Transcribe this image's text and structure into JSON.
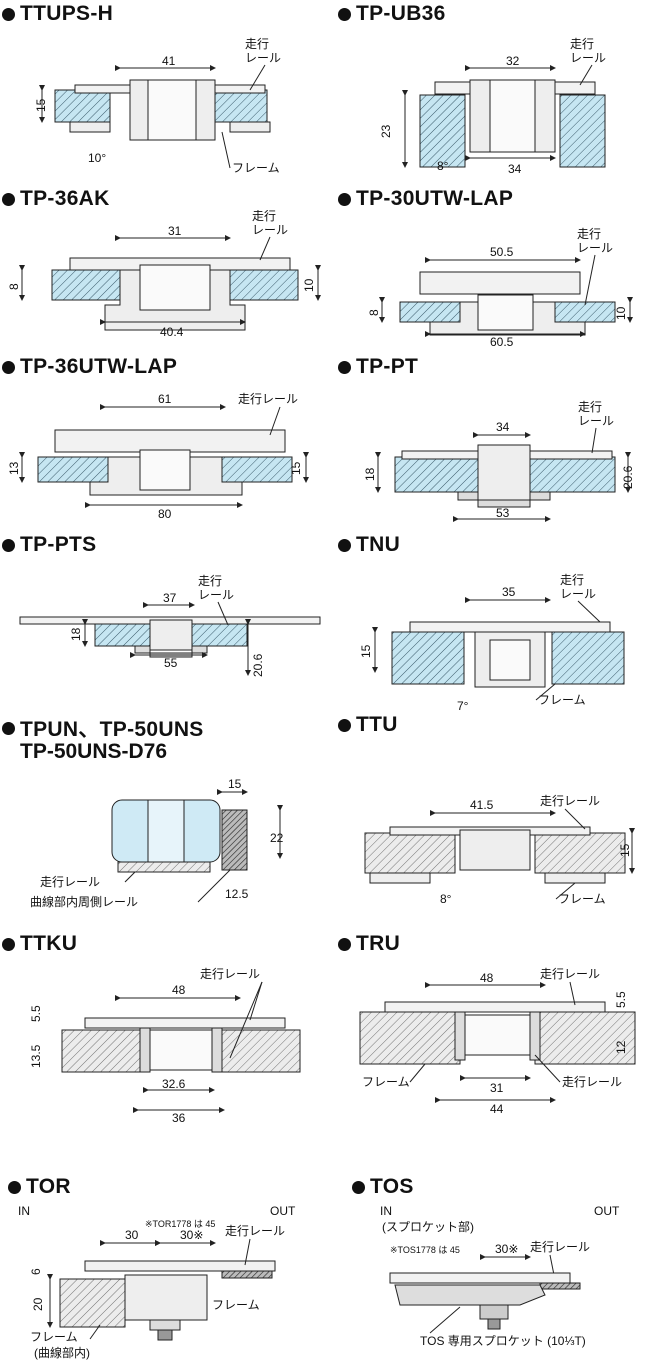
{
  "colors": {
    "hatch_fill": "#c6e6f2",
    "hatch_line": "#3a5a6a",
    "frame_gray": "#e8e8e8",
    "line": "#222222"
  },
  "panels": {
    "ttups_h": {
      "title": "TTUPS-H",
      "dims": {
        "width": "41",
        "height": "15",
        "angle": "10°"
      },
      "labels": {
        "rail": "走行\nレール",
        "rail_1": "走行",
        "rail_2": "レール",
        "frame": "フレーム"
      }
    },
    "tp_ub36": {
      "title": "TP-UB36",
      "dims": {
        "top": "32",
        "height": "23",
        "angle": "8°",
        "bottom": "34"
      },
      "labels": {
        "rail_1": "走行",
        "rail_2": "レール"
      }
    },
    "tp_36ak": {
      "title": "TP-36AK",
      "dims": {
        "top": "31",
        "left": "8",
        "right": "10",
        "bottom": "40.4"
      },
      "labels": {
        "rail_1": "走行",
        "rail_2": "レール"
      }
    },
    "tp_30utw_lap": {
      "title": "TP-30UTW-LAP",
      "dims": {
        "top": "50.5",
        "left": "8",
        "right": "10",
        "bottom": "60.5"
      },
      "labels": {
        "rail_1": "走行",
        "rail_2": "レール"
      }
    },
    "tp_36utw_lap": {
      "title": "TP-36UTW-LAP",
      "dims": {
        "top": "61",
        "left": "13",
        "right": "15",
        "bottom": "80"
      },
      "labels": {
        "rail": "走行レール"
      }
    },
    "tp_pt": {
      "title": "TP-PT",
      "dims": {
        "top": "34",
        "left": "18",
        "right": "20.6",
        "bottom": "53"
      },
      "labels": {
        "rail_1": "走行",
        "rail_2": "レール"
      }
    },
    "tp_pts": {
      "title": "TP-PTS",
      "dims": {
        "top": "37",
        "left": "18",
        "bottom": "55",
        "right": "20.6"
      },
      "labels": {
        "rail_1": "走行",
        "rail_2": "レール"
      }
    },
    "tnu": {
      "title": "TNU",
      "dims": {
        "top": "35",
        "left": "15",
        "angle": "7°"
      },
      "labels": {
        "rail_1": "走行",
        "rail_2": "レール",
        "frame": "フレーム"
      }
    },
    "tpun": {
      "title_1": "TPUN、TP-50UNS",
      "title_2": "TP-50UNS-D76",
      "dims": {
        "top": "15",
        "right": "22",
        "bottom": "12.5"
      },
      "labels": {
        "rail": "走行レール",
        "inner_rail": "曲線部内周側レール"
      }
    },
    "ttu": {
      "title": "TTU",
      "dims": {
        "top": "41.5",
        "right": "15",
        "angle": "8°"
      },
      "labels": {
        "rail": "走行レール",
        "frame": "フレーム"
      }
    },
    "ttku": {
      "title": "TTKU",
      "dims": {
        "top": "48",
        "left_top": "5.5",
        "left_bottom": "13.5",
        "inner": "32.6",
        "bottom": "36"
      },
      "labels": {
        "rail": "走行レール"
      }
    },
    "tru": {
      "title": "TRU",
      "dims": {
        "top": "48",
        "right_top": "5.5",
        "right_bottom": "12",
        "inner": "31",
        "bottom": "44"
      },
      "labels": {
        "rail_top": "走行レール",
        "frame": "フレーム",
        "rail_bottom": "走行レール"
      }
    },
    "tor": {
      "title": "TOR",
      "in": "IN",
      "out": "OUT",
      "note": "※TOR1778 は 45",
      "dims": {
        "a": "30",
        "b": "30※",
        "top_left": "6",
        "left": "20"
      },
      "labels": {
        "rail": "走行レール",
        "frame": "フレーム",
        "frame_curve_1": "フレーム",
        "frame_curve_2": "(曲線部内)"
      }
    },
    "tos": {
      "title": "TOS",
      "in": "IN",
      "out": "OUT",
      "sub": "(スプロケット部)",
      "note": "※TOS1778 は 45",
      "dims": {
        "a": "30※"
      },
      "labels": {
        "rail": "走行レール",
        "sprocket": "TOS 専用スプロケット (10⅓T)"
      }
    }
  }
}
